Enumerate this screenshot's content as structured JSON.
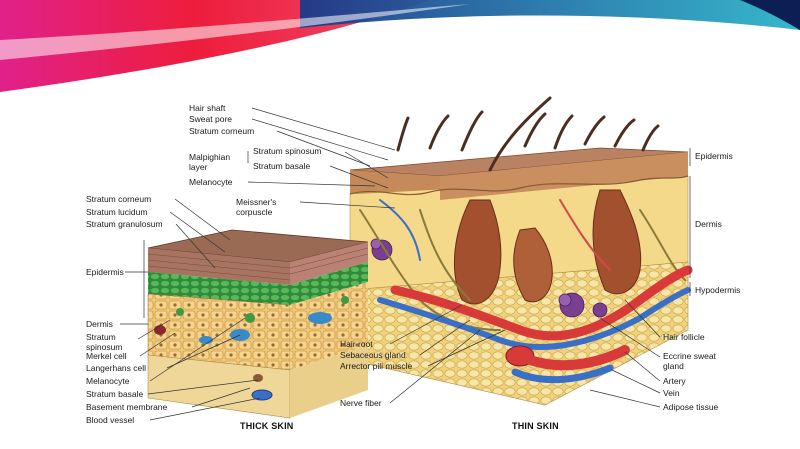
{
  "diagram": {
    "left_labels_thin": [
      {
        "key": "hair_shaft",
        "text": "Hair shaft"
      },
      {
        "key": "sweat_pore",
        "text": "Sweat pore"
      },
      {
        "key": "stratum_corneum",
        "text": "Stratum corneum"
      },
      {
        "key": "malpighian_layer",
        "text": "Malpighian layer"
      },
      {
        "key": "stratum_spinosum",
        "text": "Stratum spinosum"
      },
      {
        "key": "stratum_basale",
        "text": "Stratum basale"
      },
      {
        "key": "melanocyte",
        "text": "Melanocyte"
      },
      {
        "key": "meissners_corpuscle",
        "text": "Meissner's corpuscle"
      }
    ],
    "left_labels_thick": [
      {
        "key": "stratum_corneum",
        "text": "Stratum corneum"
      },
      {
        "key": "stratum_lucidum",
        "text": "Stratum lucidum"
      },
      {
        "key": "stratum_granulosum",
        "text": "Stratum granulosum"
      },
      {
        "key": "epidermis",
        "text": "Epidermis"
      },
      {
        "key": "dermis",
        "text": "Dermis"
      },
      {
        "key": "stratum_spinosum",
        "text": "Stratum spinosum"
      },
      {
        "key": "merkel_cell",
        "text": "Merkel cell"
      },
      {
        "key": "langerhans_cell",
        "text": "Langerhans cell"
      },
      {
        "key": "melanocyte",
        "text": "Melanocyte"
      },
      {
        "key": "stratum_basale",
        "text": "Stratum basale"
      },
      {
        "key": "basement_membrane",
        "text": "Basement membrane"
      },
      {
        "key": "blood_vessel",
        "text": "Blood vessel"
      }
    ],
    "bottom_labels": [
      {
        "key": "hair_root",
        "text": "Hair root"
      },
      {
        "key": "sebaceous_gland",
        "text": "Sebaceous gland"
      },
      {
        "key": "arrector_pili_muscle",
        "text": "Arrector pili muscle"
      },
      {
        "key": "nerve_fiber",
        "text": "Nerve fiber"
      }
    ],
    "right_labels": [
      {
        "key": "epidermis",
        "text": "Epidermis"
      },
      {
        "key": "dermis",
        "text": "Dermis"
      },
      {
        "key": "hypodermis",
        "text": "Hypodermis"
      },
      {
        "key": "hair_follicle",
        "text": "Hair follicle"
      },
      {
        "key": "eccrine_sweat_gland",
        "text": "Eccrine sweat gland"
      },
      {
        "key": "artery",
        "text": "Artery"
      },
      {
        "key": "vein",
        "text": "Vein"
      },
      {
        "key": "adipose_tissue",
        "text": "Adipose tissue"
      }
    ],
    "captions": {
      "thick": "THICK SKIN",
      "thin": "THIN SKIN"
    },
    "colors": {
      "banner_magenta": "#e0218a",
      "banner_red": "#ee1d3c",
      "banner_blue": "#1b3a8a",
      "banner_cyan": "#2bb3c9",
      "epidermis_top": "#b07a5c",
      "dermis": "#f5d98a",
      "adipose": "#f3dc8e",
      "artery": "#d83a3a",
      "vein": "#3a6fc8",
      "gland": "#7a3f8f",
      "thick_green": "#3e9a45"
    }
  }
}
